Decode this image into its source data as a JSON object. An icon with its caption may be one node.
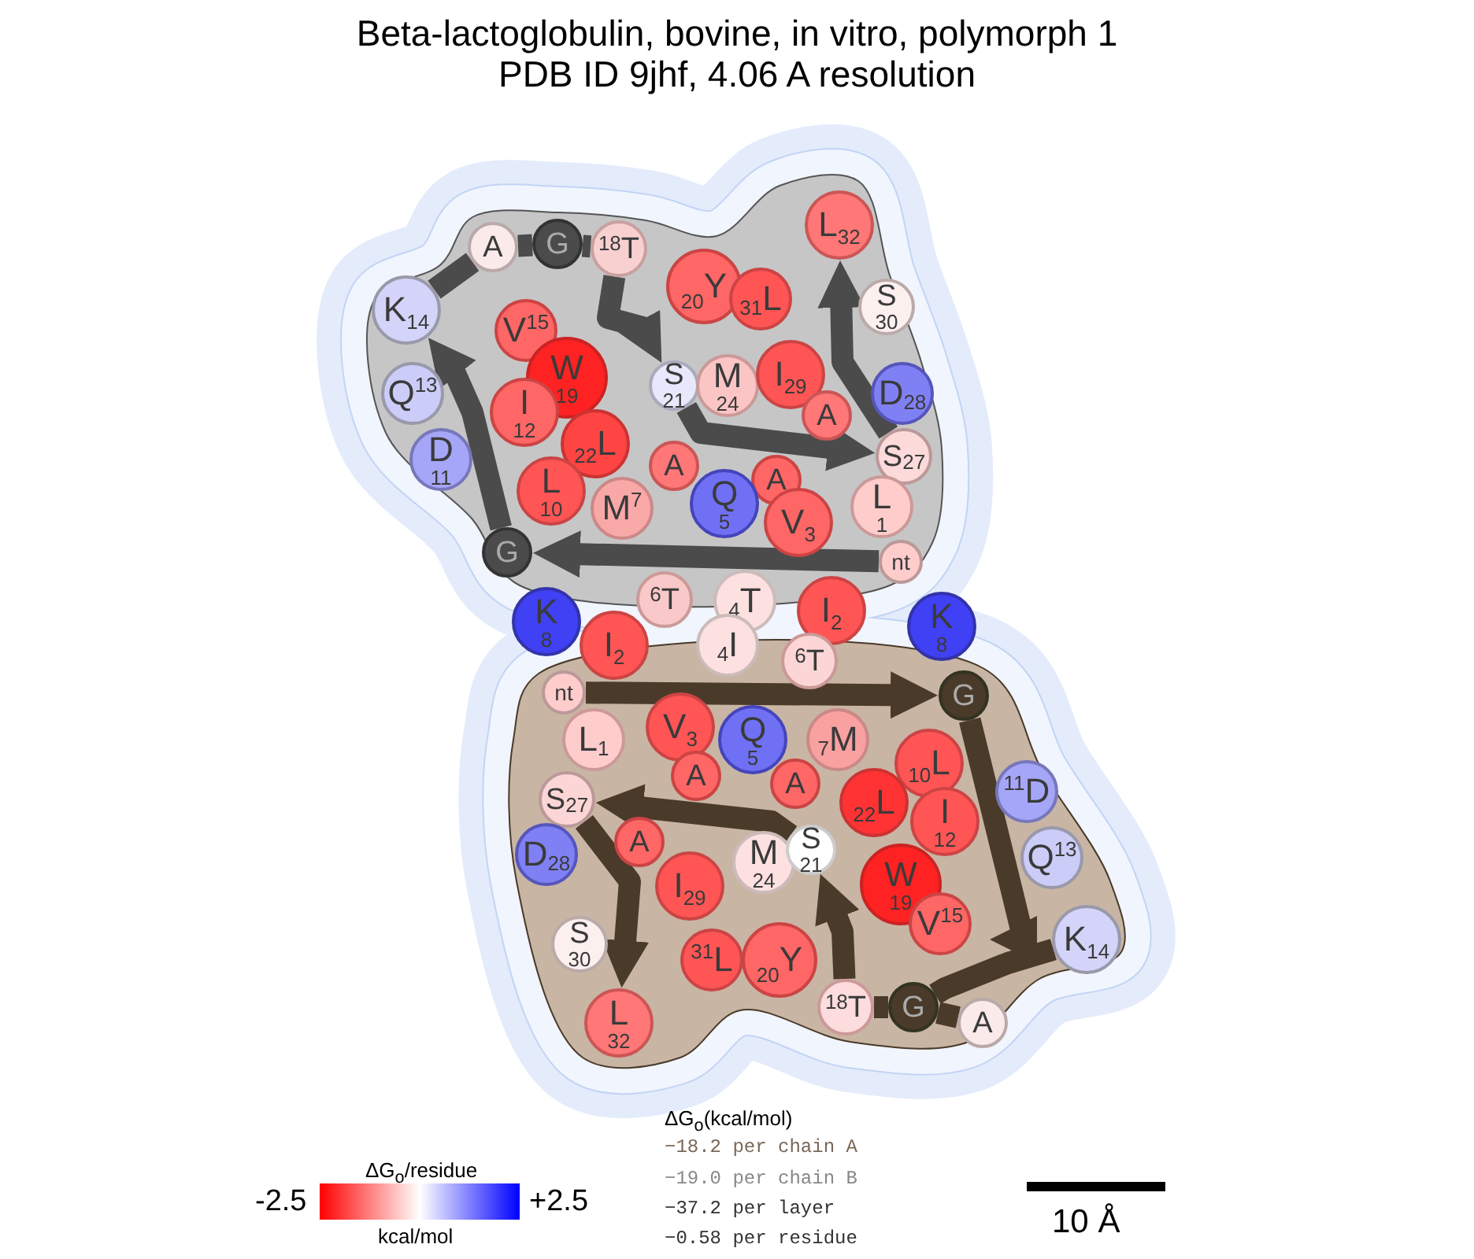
{
  "diagram": {
    "title": "Beta-lactoglobulin, bovine, in vitro, polymorph 1 PDB ID 9jhf, 4.06 A resolution",
    "nodes": [
      {
        "text": [
          "A"
        ]
      },
      {
        "text": [
          "G"
        ]
      },
      {
        "text": [
          "18",
          "T"
        ]
      },
      {
        "text": [
          "L",
          "32"
        ]
      },
      {
        "text": [
          "20",
          "Y"
        ]
      },
      {
        "text": [
          "31",
          "L"
        ]
      },
      {
        "text": [
          "K",
          "14"
        ]
      },
      {
        "text": [
          "V",
          "15"
        ]
      },
      {
        "text": [
          "S",
          "30"
        ]
      },
      {
        "text": [
          "W",
          "19"
        ]
      },
      {
        "text": [
          "S",
          "21"
        ]
      },
      {
        "text": [
          "M",
          "24"
        ]
      },
      {
        "text": [
          "I",
          "29"
        ]
      },
      {
        "text": [
          "Q",
          "13"
        ]
      },
      {
        "text": [
          "D",
          "28"
        ]
      },
      {
        "text": [
          "I",
          "12"
        ]
      },
      {
        "text": [
          "22",
          "L"
        ]
      },
      {
        "text": [
          "A"
        ]
      },
      {
        "text": [
          "A"
        ]
      },
      {
        "text": [
          "A"
        ]
      },
      {
        "text": [
          "S",
          "27"
        ]
      },
      {
        "text": [
          "D",
          "11"
        ]
      },
      {
        "text": [
          "L",
          "10"
        ]
      },
      {
        "text": [
          "M",
          "7"
        ]
      },
      {
        "text": [
          "Q",
          "5"
        ]
      },
      {
        "text": [
          "V",
          "3"
        ]
      },
      {
        "text": [
          "L",
          "1"
        ]
      },
      {
        "text": [
          "G"
        ]
      },
      {
        "text": [
          "nt"
        ]
      },
      {
        "text": [
          "K",
          "8"
        ]
      },
      {
        "text": [
          "6",
          "T"
        ]
      },
      {
        "text": [
          "4",
          "T"
        ]
      },
      {
        "text": [
          "I",
          "2"
        ]
      },
      {
        "text": [
          "K",
          "8"
        ]
      },
      {
        "text": [
          "I",
          "2"
        ]
      },
      {
        "text": [
          "4",
          "I"
        ]
      },
      {
        "text": [
          "6",
          "T"
        ]
      },
      {
        "text": [
          "nt"
        ]
      },
      {
        "text": [
          "G"
        ]
      },
      {
        "text": [
          "L",
          "1"
        ]
      },
      {
        "text": [
          "V",
          "3"
        ]
      },
      {
        "text": [
          "Q",
          "5"
        ]
      },
      {
        "text": [
          "7",
          "M"
        ]
      },
      {
        "text": [
          "10",
          "L"
        ]
      },
      {
        "text": [
          "A"
        ]
      },
      {
        "text": [
          "A"
        ]
      },
      {
        "text": [
          "11",
          "D"
        ]
      },
      {
        "text": [
          "S",
          "27"
        ]
      },
      {
        "text": [
          "22",
          "L"
        ]
      },
      {
        "text": [
          "I",
          "12"
        ]
      },
      {
        "text": [
          "A"
        ]
      },
      {
        "text": [
          "D",
          "28"
        ]
      },
      {
        "text": [
          "Q",
          "13"
        ]
      },
      {
        "text": [
          "I",
          "29"
        ]
      },
      {
        "text": [
          "M",
          "24"
        ]
      },
      {
        "text": [
          "S",
          "21"
        ]
      },
      {
        "text": [
          "W",
          "19"
        ]
      },
      {
        "text": [
          "V",
          "15"
        ]
      },
      {
        "text": [
          "K",
          "14"
        ]
      },
      {
        "text": [
          "S",
          "30"
        ]
      },
      {
        "text": [
          "31",
          "L"
        ]
      },
      {
        "text": [
          "20",
          "Y"
        ]
      },
      {
        "text": [
          "L",
          "32"
        ]
      },
      {
        "text": [
          "18",
          "T"
        ]
      },
      {
        "text": [
          "G"
        ]
      },
      {
        "text": [
          "A"
        ]
      },
      {
        "text": [],
        "shape": "bar",
        "beside": [
          "ΔG$_{o}$/residue",
          "-2.5",
          "+2.5",
          "kcal/mol"
        ]
      }
    ],
    "edges": [
      {
        "from": 28,
        "to": 27,
        "arrow": "to"
      },
      {
        "from": 27,
        "to": 6,
        "arrow": "to"
      },
      {
        "from": 6,
        "to": 0,
        "arrow": "none"
      },
      {
        "from": 0,
        "to": 1,
        "arrow": "none"
      },
      {
        "from": 1,
        "to": 2,
        "arrow": "none"
      },
      {
        "from": 2,
        "to": 10,
        "arrow": "to"
      },
      {
        "from": 10,
        "to": 20,
        "arrow": "to"
      },
      {
        "from": 20,
        "to": 3,
        "arrow": "to"
      },
      {
        "from": 37,
        "to": 38,
        "arrow": "to",
        "color": "#4a3a2a"
      },
      {
        "from": 38,
        "to": 58,
        "arrow": "to",
        "color": "#4a3a2a"
      },
      {
        "from": 58,
        "to": 64,
        "arrow": "none",
        "color": "#4a3a2a"
      },
      {
        "from": 64,
        "to": 65,
        "arrow": "none",
        "color": "#4a3a2a"
      },
      {
        "from": 64,
        "to": 63,
        "arrow": "none",
        "color": "#4a3a2a"
      },
      {
        "from": 63,
        "to": 55,
        "arrow": "to",
        "color": "#4a3a2a"
      },
      {
        "from": 55,
        "to": 47,
        "arrow": "to",
        "color": "#4a3a2a"
      },
      {
        "from": 47,
        "to": 62,
        "arrow": "to",
        "color": "#4a3a2a"
      }
    ],
    "labels": [
      "ΔG$_{o}$(kcal/mol)",
      "−18.2 per chain A",
      "−19.0 per chain B",
      "−37.2 per layer",
      "−0.58 per residue",
      "10 Å"
    ]
  }
}
